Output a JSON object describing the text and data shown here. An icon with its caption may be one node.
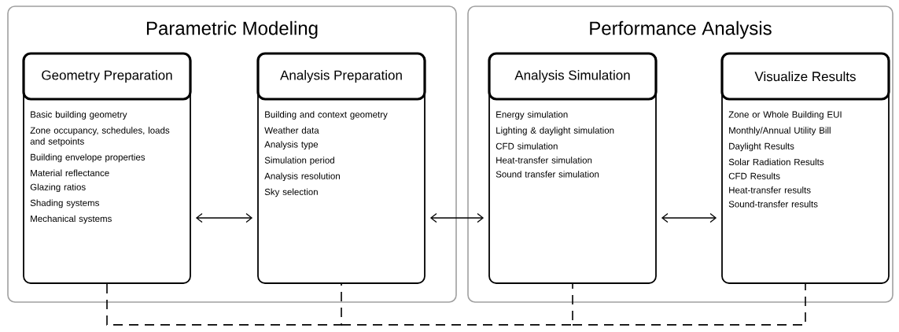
{
  "diagram": {
    "nodes": [
      {
        "text": [
          "Parametric Modeling"
        ]
      },
      {
        "text": [
          "Geometry Preparation",
          "Basic building geometry",
          "Zone occupancy, schedules, loads and setpoints",
          "Building envelope properties",
          "Material reflectance",
          "Glazing ratios",
          "Shading systems",
          "Mechanical systems"
        ],
        "in": 0
      },
      {
        "text": [
          "Analysis Preparation",
          "Building and context geometry",
          "Weather data",
          "Analysis type",
          "Simulation period",
          "Analysis resolution",
          "Sky selection"
        ],
        "in": 0
      },
      {
        "text": [
          "Performance Analysis"
        ]
      },
      {
        "text": [
          "Analysis Simulation",
          "Energy simulation",
          "Lighting & daylight simulation",
          "CFD simulation",
          "Heat-transfer simulation",
          "Sound transfer simulation"
        ],
        "in": 3
      },
      {
        "text": [
          "Visualize Results",
          "Zone or Whole Building EUI",
          "Monthly/Annual Utility Bill",
          "Daylight Results",
          "Solar Radiation Results",
          "CFD Results",
          "Heat-transfer results",
          "Sound-transfer results"
        ],
        "in": 3
      }
    ],
    "edges": [
      {
        "from": 1,
        "to": 2,
        "arrow": "both"
      },
      {
        "from": 2,
        "to": 4,
        "arrow": "both"
      },
      {
        "from": 4,
        "to": 5,
        "arrow": "both"
      },
      {
        "from": 1,
        "to": 2,
        "arrow": "none",
        "style": "dashed"
      },
      {
        "from": 2,
        "to": 4,
        "arrow": "none",
        "style": "dashed"
      },
      {
        "from": 4,
        "to": 5,
        "arrow": "none",
        "style": "dashed"
      }
    ]
  }
}
